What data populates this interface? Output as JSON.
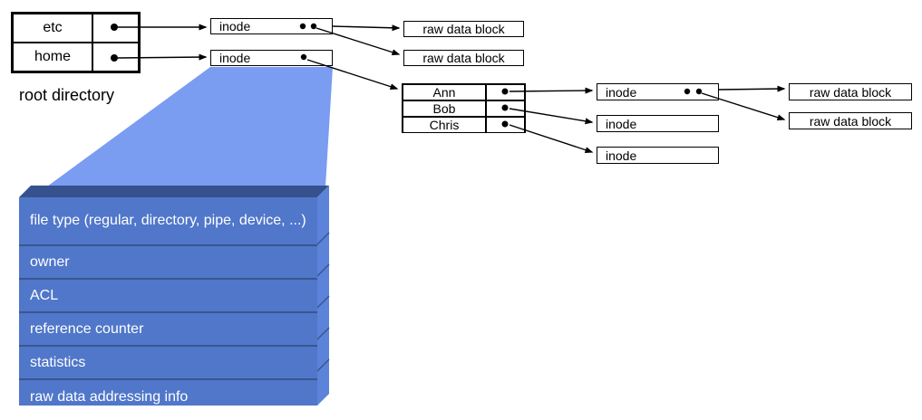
{
  "root_directory": {
    "caption": "root directory",
    "entries": [
      {
        "name": "etc"
      },
      {
        "name": "home"
      }
    ]
  },
  "home_directory": {
    "entries": [
      {
        "name": "Ann"
      },
      {
        "name": "Bob"
      },
      {
        "name": "Chris"
      }
    ]
  },
  "inode_boxes": [
    {
      "label": "inode"
    },
    {
      "label": "inode"
    },
    {
      "label": "inode"
    },
    {
      "label": "inode"
    },
    {
      "label": "inode"
    }
  ],
  "raw_data_blocks": [
    {
      "label": "raw data block"
    },
    {
      "label": "raw data block"
    },
    {
      "label": "raw data block"
    },
    {
      "label": "raw data block"
    }
  ],
  "inode_detail": {
    "fields": [
      "file type (regular, directory, pipe, device, ...)",
      "owner",
      "ACL",
      "reference counter",
      "statistics",
      "raw data addressing info"
    ]
  },
  "colors": {
    "funnel": "#7A9CF1",
    "slab_front": "#5077C9",
    "slab_top": "#35528F",
    "slab_side": "#5C83DA",
    "slab_divider": "#3A5591",
    "slab_text": "#FFFFFF",
    "line": "#000000",
    "box_background": "#FFFFFF"
  }
}
